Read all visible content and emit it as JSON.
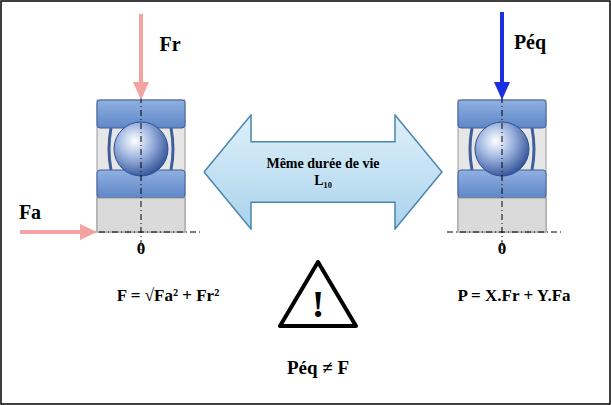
{
  "diagram": {
    "nodes": [
      {
        "text": [
          "Même durée de vie L₁₀"
        ]
      }
    ],
    "labels": [
      "Fr",
      "Fa",
      "0",
      "F = √Fa² + Fr²",
      "Péq",
      "0",
      "P = X.Fr + Y.Fa",
      "!",
      "Péq ≠ F"
    ]
  }
}
